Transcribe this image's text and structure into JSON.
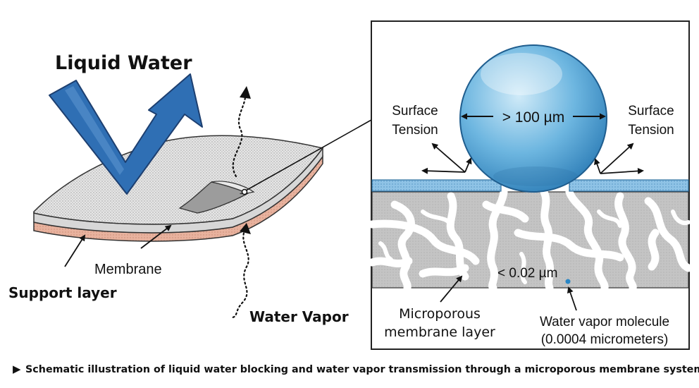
{
  "left_panel": {
    "title": "Liquid Water",
    "membrane_label": "Membrane",
    "support_label": "Support layer",
    "vapor_label": "Water Vapor"
  },
  "detail_panel": {
    "droplet_size": "> 100 µm",
    "surface_tension_left": [
      "Surface",
      "Tension"
    ],
    "surface_tension_right": [
      "Surface",
      "Tension"
    ],
    "pore_size": "< 0.02 µm",
    "layer_label": [
      "Microporous",
      "membrane layer"
    ],
    "molecule_label": [
      "Water vapor molecule",
      "(0.0004 micrometers)"
    ]
  },
  "caption": {
    "marker": "▶",
    "text": "Schematic illustration of liquid water blocking and water vapor transmission through a microporous membrane system."
  },
  "colors": {
    "arrow_blue": "#2f6fb4",
    "droplet_blue": "#5aa9d8",
    "membrane_gray": "#c9c9c9",
    "support_pink": "#e8b29e",
    "top_layer_blue": "#8fc3e6",
    "vapor_molecule": "#2a86c5"
  }
}
